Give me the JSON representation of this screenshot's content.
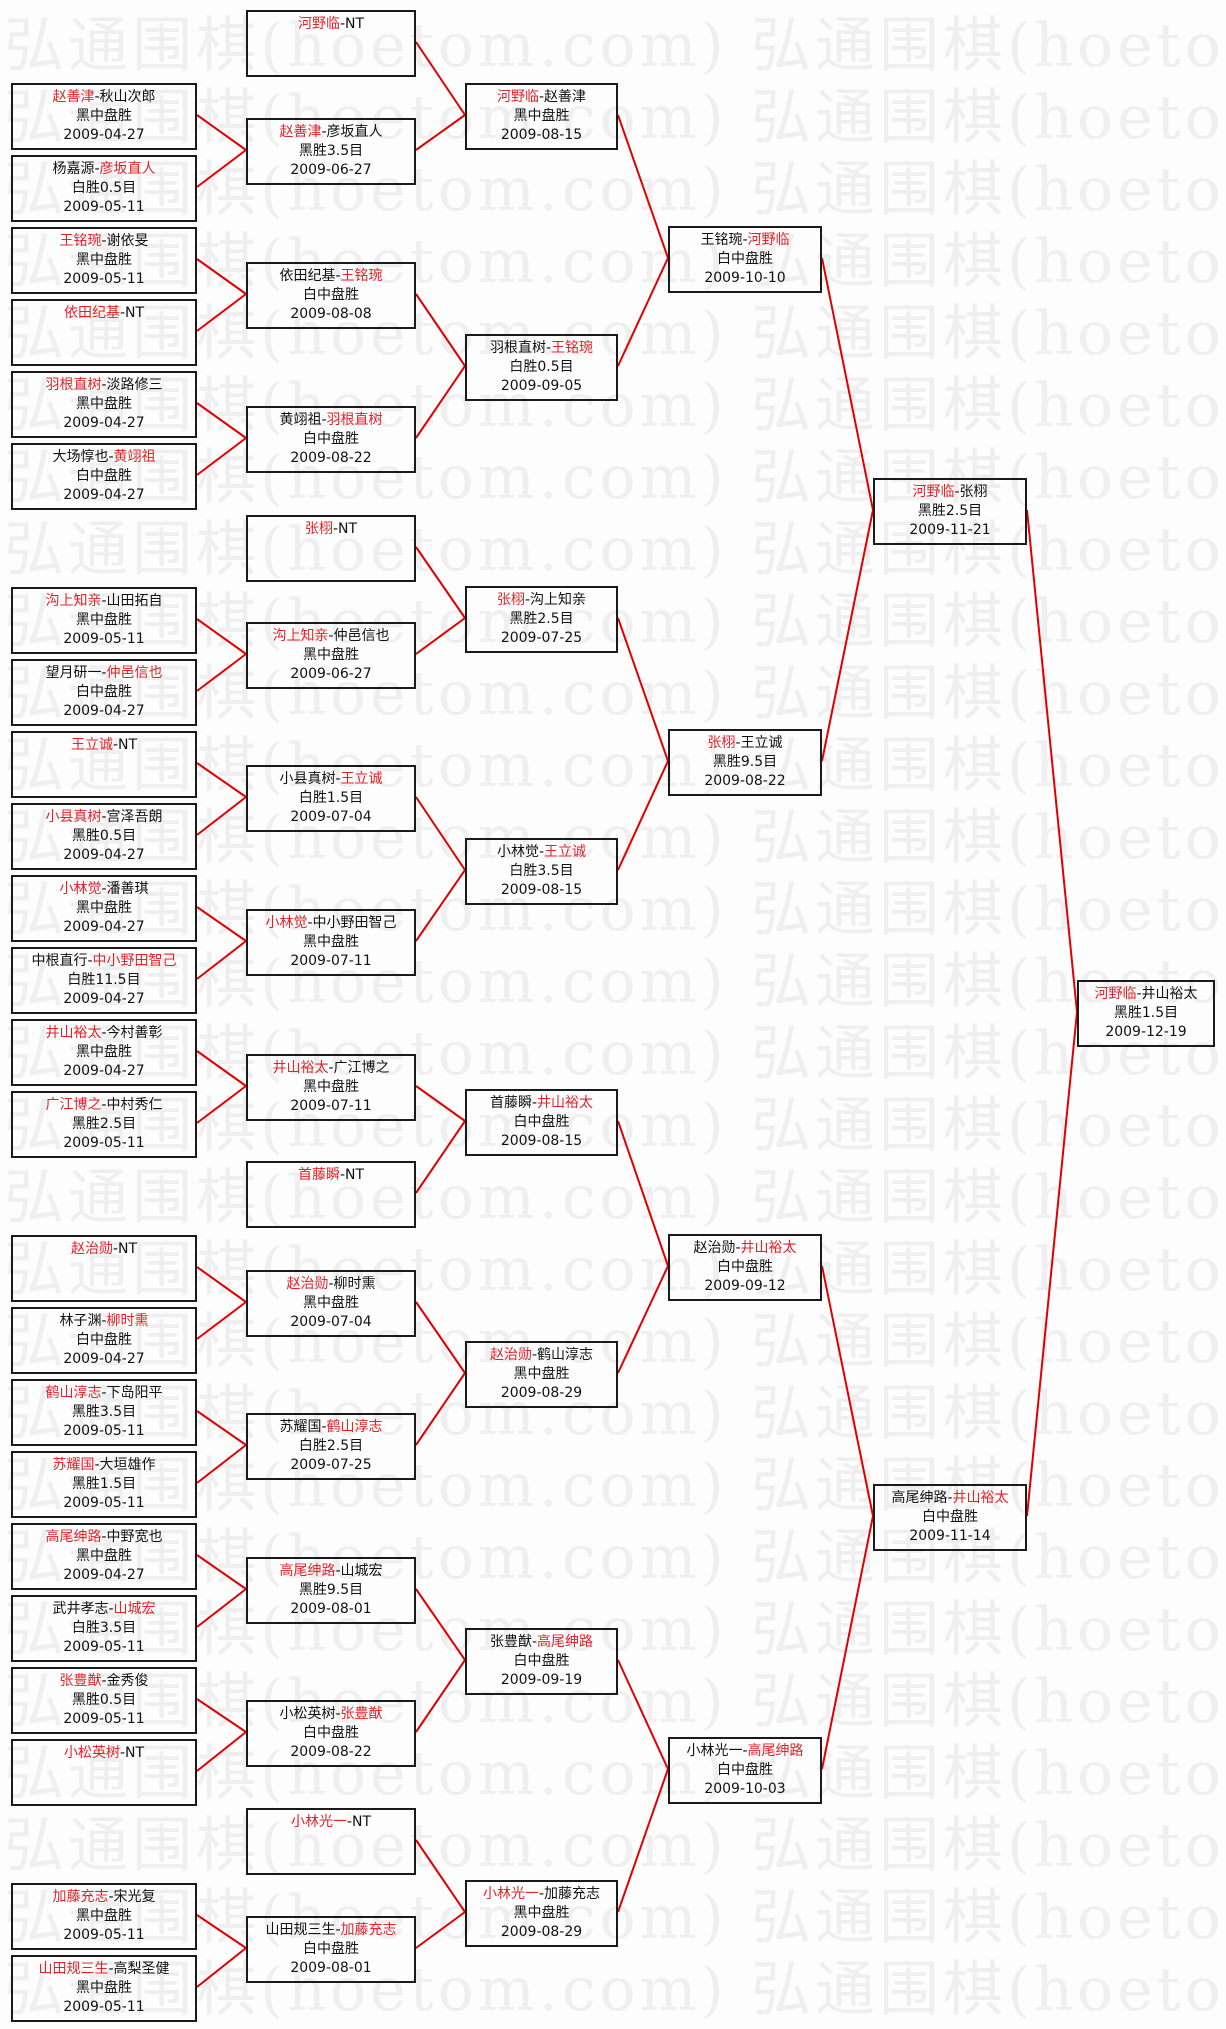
{
  "watermark": "弘通围棋(hoetom.com)",
  "colors": {
    "winner": "#e0242a",
    "connector": "#e00000",
    "border": "#1a1a1a"
  },
  "rounds": [
    {
      "matches": [
        {
          "p1": "赵善津",
          "p2": "秋山次郎",
          "winner": 1,
          "result": "黑中盘胜",
          "date": "2009-04-27"
        },
        {
          "p1": "杨嘉源",
          "p2": "彦坂直人",
          "winner": 2,
          "result": "白胜0.5目",
          "date": "2009-05-11"
        },
        {
          "p1": "王铭琬",
          "p2": "谢依旻",
          "winner": 1,
          "result": "黑中盘胜",
          "date": "2009-05-11"
        },
        {
          "p1": "依田纪基",
          "p2": "NT",
          "winner": 1
        },
        {
          "p1": "羽根直树",
          "p2": "淡路修三",
          "winner": 1,
          "result": "黑中盘胜",
          "date": "2009-04-27"
        },
        {
          "p1": "大场惇也",
          "p2": "黄翊祖",
          "winner": 2,
          "result": "白中盘胜",
          "date": "2009-04-27"
        },
        {
          "p1": "沟上知亲",
          "p2": "山田拓自",
          "winner": 1,
          "result": "黑中盘胜",
          "date": "2009-05-11"
        },
        {
          "p1": "望月研一",
          "p2": "仲邑信也",
          "winner": 2,
          "result": "白中盘胜",
          "date": "2009-04-27"
        },
        {
          "p1": "王立诚",
          "p2": "NT",
          "winner": 1
        },
        {
          "p1": "小县真树",
          "p2": "宫泽吾朗",
          "winner": 1,
          "result": "黑胜0.5目",
          "date": "2009-04-27"
        },
        {
          "p1": "小林觉",
          "p2": "潘善琪",
          "winner": 1,
          "result": "黑中盘胜",
          "date": "2009-04-27"
        },
        {
          "p1": "中根直行",
          "p2": "中小野田智己",
          "winner": 2,
          "result": "白胜11.5目",
          "date": "2009-04-27"
        },
        {
          "p1": "井山裕太",
          "p2": "今村善彰",
          "winner": 1,
          "result": "黑中盘胜",
          "date": "2009-04-27"
        },
        {
          "p1": "广江博之",
          "p2": "中村秀仁",
          "winner": 1,
          "result": "黑胜2.5目",
          "date": "2009-05-11"
        },
        {
          "p1": "赵治勋",
          "p2": "NT",
          "winner": 1
        },
        {
          "p1": "林子渊",
          "p2": "柳时熏",
          "winner": 2,
          "result": "白中盘胜",
          "date": "2009-04-27"
        },
        {
          "p1": "鹤山淳志",
          "p2": "下岛阳平",
          "winner": 1,
          "result": "黑胜3.5目",
          "date": "2009-05-11"
        },
        {
          "p1": "苏耀国",
          "p2": "大垣雄作",
          "winner": 1,
          "result": "黑胜1.5目",
          "date": "2009-05-11"
        },
        {
          "p1": "高尾绅路",
          "p2": "中野宽也",
          "winner": 1,
          "result": "黑中盘胜",
          "date": "2009-04-27"
        },
        {
          "p1": "武井孝志",
          "p2": "山城宏",
          "winner": 2,
          "result": "白胜3.5目",
          "date": "2009-05-11"
        },
        {
          "p1": "张豊猷",
          "p2": "金秀俊",
          "winner": 1,
          "result": "黑胜0.5目",
          "date": "2009-05-11"
        },
        {
          "p1": "小松英树",
          "p2": "NT",
          "winner": 1
        },
        {
          "p1": "加藤充志",
          "p2": "宋光复",
          "winner": 1,
          "result": "黑中盘胜",
          "date": "2009-05-11"
        },
        {
          "p1": "山田规三生",
          "p2": "高梨圣健",
          "winner": 1,
          "result": "黑中盘胜",
          "date": "2009-05-11"
        }
      ]
    },
    {
      "matches": [
        {
          "p1": "河野临",
          "p2": "NT",
          "winner": 1
        },
        {
          "p1": "赵善津",
          "p2": "彦坂直人",
          "winner": 1,
          "result": "黑胜3.5目",
          "date": "2009-06-27"
        },
        {
          "p1": "依田纪基",
          "p2": "王铭琬",
          "winner": 2,
          "result": "白中盘胜",
          "date": "2009-08-08"
        },
        {
          "p1": "黄翊祖",
          "p2": "羽根直树",
          "winner": 2,
          "result": "白中盘胜",
          "date": "2009-08-22"
        },
        {
          "p1": "张栩",
          "p2": "NT",
          "winner": 1
        },
        {
          "p1": "沟上知亲",
          "p2": "仲邑信也",
          "winner": 1,
          "result": "黑中盘胜",
          "date": "2009-06-27"
        },
        {
          "p1": "小县真树",
          "p2": "王立诚",
          "winner": 2,
          "result": "白胜1.5目",
          "date": "2009-07-04"
        },
        {
          "p1": "小林觉",
          "p2": "中小野田智己",
          "winner": 1,
          "result": "黑中盘胜",
          "date": "2009-07-11"
        },
        {
          "p1": "井山裕太",
          "p2": "广江博之",
          "winner": 1,
          "result": "黑中盘胜",
          "date": "2009-07-11"
        },
        {
          "p1": "首藤瞬",
          "p2": "NT",
          "winner": 1
        },
        {
          "p1": "赵治勋",
          "p2": "柳时熏",
          "winner": 1,
          "result": "黑中盘胜",
          "date": "2009-07-04"
        },
        {
          "p1": "苏耀国",
          "p2": "鹤山淳志",
          "winner": 2,
          "result": "白胜2.5目",
          "date": "2009-07-25"
        },
        {
          "p1": "高尾绅路",
          "p2": "山城宏",
          "winner": 1,
          "result": "黑胜9.5目",
          "date": "2009-08-01"
        },
        {
          "p1": "小松英树",
          "p2": "张豊猷",
          "winner": 2,
          "result": "白中盘胜",
          "date": "2009-08-22"
        },
        {
          "p1": "小林光一",
          "p2": "NT",
          "winner": 1
        },
        {
          "p1": "山田规三生",
          "p2": "加藤充志",
          "winner": 2,
          "result": "白中盘胜",
          "date": "2009-08-01"
        }
      ]
    },
    {
      "matches": [
        {
          "p1": "河野临",
          "p2": "赵善津",
          "winner": 1,
          "result": "黑中盘胜",
          "date": "2009-08-15"
        },
        {
          "p1": "羽根直树",
          "p2": "王铭琬",
          "winner": 2,
          "result": "白胜0.5目",
          "date": "2009-09-05"
        },
        {
          "p1": "张栩",
          "p2": "沟上知亲",
          "winner": 1,
          "result": "黑胜2.5目",
          "date": "2009-07-25"
        },
        {
          "p1": "小林觉",
          "p2": "王立诚",
          "winner": 2,
          "result": "白胜3.5目",
          "date": "2009-08-15"
        },
        {
          "p1": "首藤瞬",
          "p2": "井山裕太",
          "winner": 2,
          "result": "白中盘胜",
          "date": "2009-08-15"
        },
        {
          "p1": "赵治勋",
          "p2": "鹤山淳志",
          "winner": 1,
          "result": "黑中盘胜",
          "date": "2009-08-29"
        },
        {
          "p1": "张豊猷",
          "p2": "高尾绅路",
          "winner": 2,
          "result": "白中盘胜",
          "date": "2009-09-19"
        },
        {
          "p1": "小林光一",
          "p2": "加藤充志",
          "winner": 1,
          "result": "黑中盘胜",
          "date": "2009-08-29"
        }
      ]
    },
    {
      "matches": [
        {
          "p1": "王铭琬",
          "p2": "河野临",
          "winner": 2,
          "result": "白中盘胜",
          "date": "2009-10-10"
        },
        {
          "p1": "张栩",
          "p2": "王立诚",
          "winner": 1,
          "result": "黑胜9.5目",
          "date": "2009-08-22"
        },
        {
          "p1": "赵治勋",
          "p2": "井山裕太",
          "winner": 2,
          "result": "白中盘胜",
          "date": "2009-09-12"
        },
        {
          "p1": "小林光一",
          "p2": "高尾绅路",
          "winner": 2,
          "result": "白中盘胜",
          "date": "2009-10-03"
        }
      ]
    },
    {
      "matches": [
        {
          "p1": "河野临",
          "p2": "张栩",
          "winner": 1,
          "result": "黑胜2.5目",
          "date": "2009-11-21"
        },
        {
          "p1": "高尾绅路",
          "p2": "井山裕太",
          "winner": 2,
          "result": "白中盘胜",
          "date": "2009-11-14"
        }
      ]
    },
    {
      "matches": [
        {
          "p1": "河野临",
          "p2": "井山裕太",
          "winner": 1,
          "result": "黑胜1.5目",
          "date": "2009-12-19"
        }
      ]
    }
  ]
}
